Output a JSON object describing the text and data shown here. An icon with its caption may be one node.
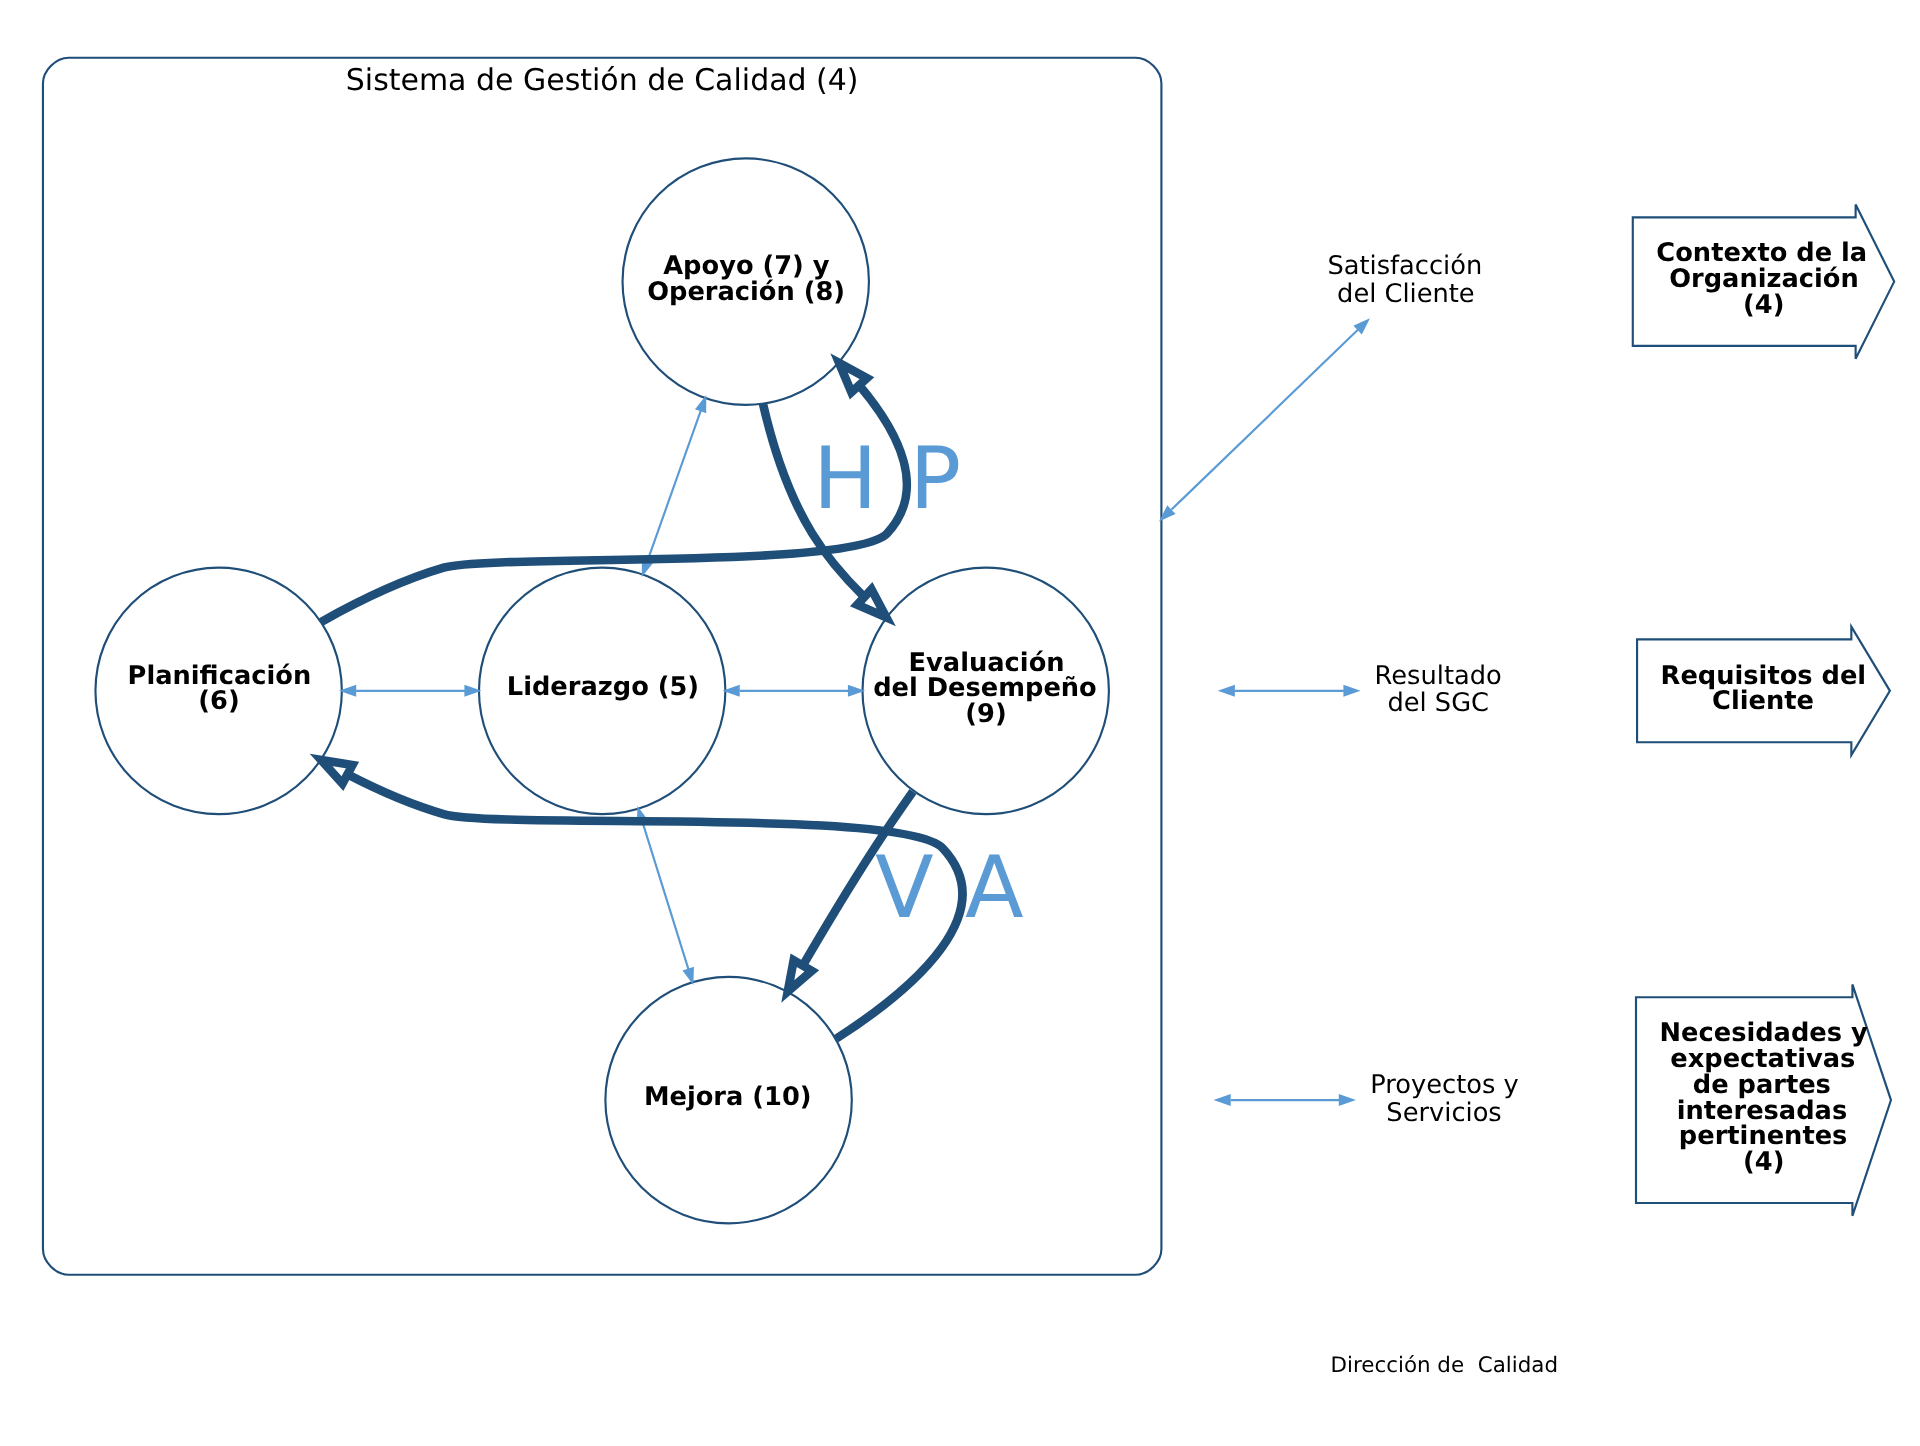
{
  "diagram": {
    "nodes": [
      {
        "text": [
          "Sistema de Gestión de Calidad (4)"
        ]
      },
      {
        "text": [
          "Contexto de la Organización (4)"
        ]
      },
      {
        "text": [
          "Requisitos del Cliente"
        ]
      },
      {
        "text": [
          "Necesidades y expectativas de partes interesadas pertinentes (4)"
        ]
      },
      {
        "text": [
          "Apoyo (7) y Operación (8)"
        ],
        "in": 0
      },
      {
        "text": [
          "Planificación (6)"
        ],
        "in": 0
      },
      {
        "text": [
          "Liderazgo (5)"
        ],
        "in": 0
      },
      {
        "text": [
          "Evaluación del Desempeño (9)"
        ],
        "in": 0
      },
      {
        "text": [
          "Mejora (10)"
        ],
        "in": 0
      },
      {
        "text": [
          "Satisfacción del Cliente"
        ]
      },
      {
        "text": [
          "Resultado del SGC"
        ]
      },
      {
        "text": [
          "Proyectos y Servicios"
        ]
      }
    ],
    "edges": [
      {
        "from": 5,
        "to": 4,
        "arrow": "to",
        "label": "P",
        "style": "thick",
        "color": "#1f4e79"
      },
      {
        "from": 4,
        "to": 7,
        "arrow": "to",
        "label": "H",
        "style": "thick",
        "color": "#1f4e79"
      },
      {
        "from": 7,
        "to": 8,
        "arrow": "to",
        "label": "V",
        "style": "thick",
        "color": "#1f4e79"
      },
      {
        "from": 8,
        "to": 5,
        "arrow": "to",
        "label": "A",
        "style": "thick",
        "color": "#1f4e79"
      },
      {
        "from": 4,
        "to": 6,
        "arrow": "both"
      },
      {
        "from": 5,
        "to": 6,
        "arrow": "both"
      },
      {
        "from": 6,
        "to": 7,
        "arrow": "both"
      },
      {
        "from": 6,
        "to": 8,
        "arrow": "both"
      },
      {
        "from": 0,
        "to": 9,
        "arrow": "both"
      },
      {
        "from": null,
        "to": 10,
        "arrow": "both"
      },
      {
        "from": null,
        "to": 11,
        "arrow": "both"
      }
    ],
    "labels": [
      "Dirección de  Calidad"
    ]
  }
}
